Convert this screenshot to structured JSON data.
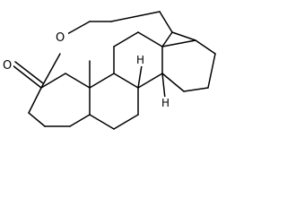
{
  "molecule": {
    "atoms": {
      "oxygen_ether": "O",
      "oxygen_carbonyl": "O",
      "hydrogen_c9": "H",
      "hydrogen_c14": "H"
    },
    "colors": {
      "bond": "#000000",
      "background": "#ffffff"
    }
  }
}
